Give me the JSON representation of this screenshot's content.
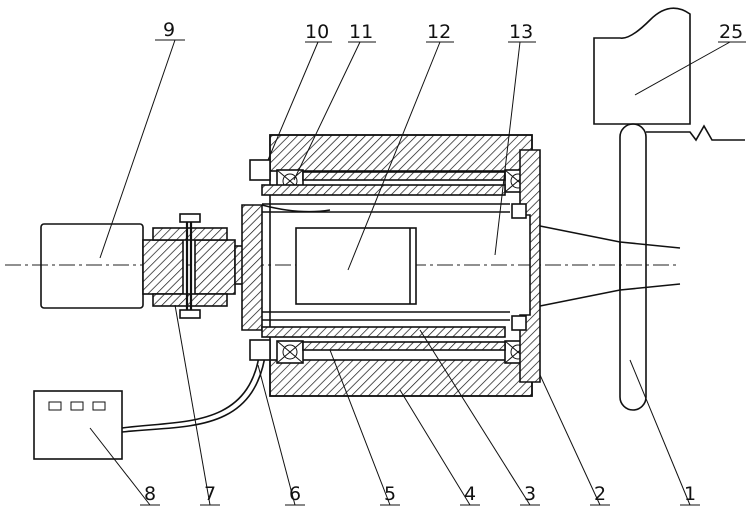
{
  "labels": {
    "l1": "1",
    "l2": "2",
    "l3": "3",
    "l4": "4",
    "l5": "5",
    "l6": "6",
    "l7": "7",
    "l8": "8",
    "l9": "9",
    "l10": "10",
    "l11": "11",
    "l12": "12",
    "l13": "13",
    "l25": "25"
  },
  "colors": {
    "line": "#111111",
    "background": "#ffffff"
  }
}
